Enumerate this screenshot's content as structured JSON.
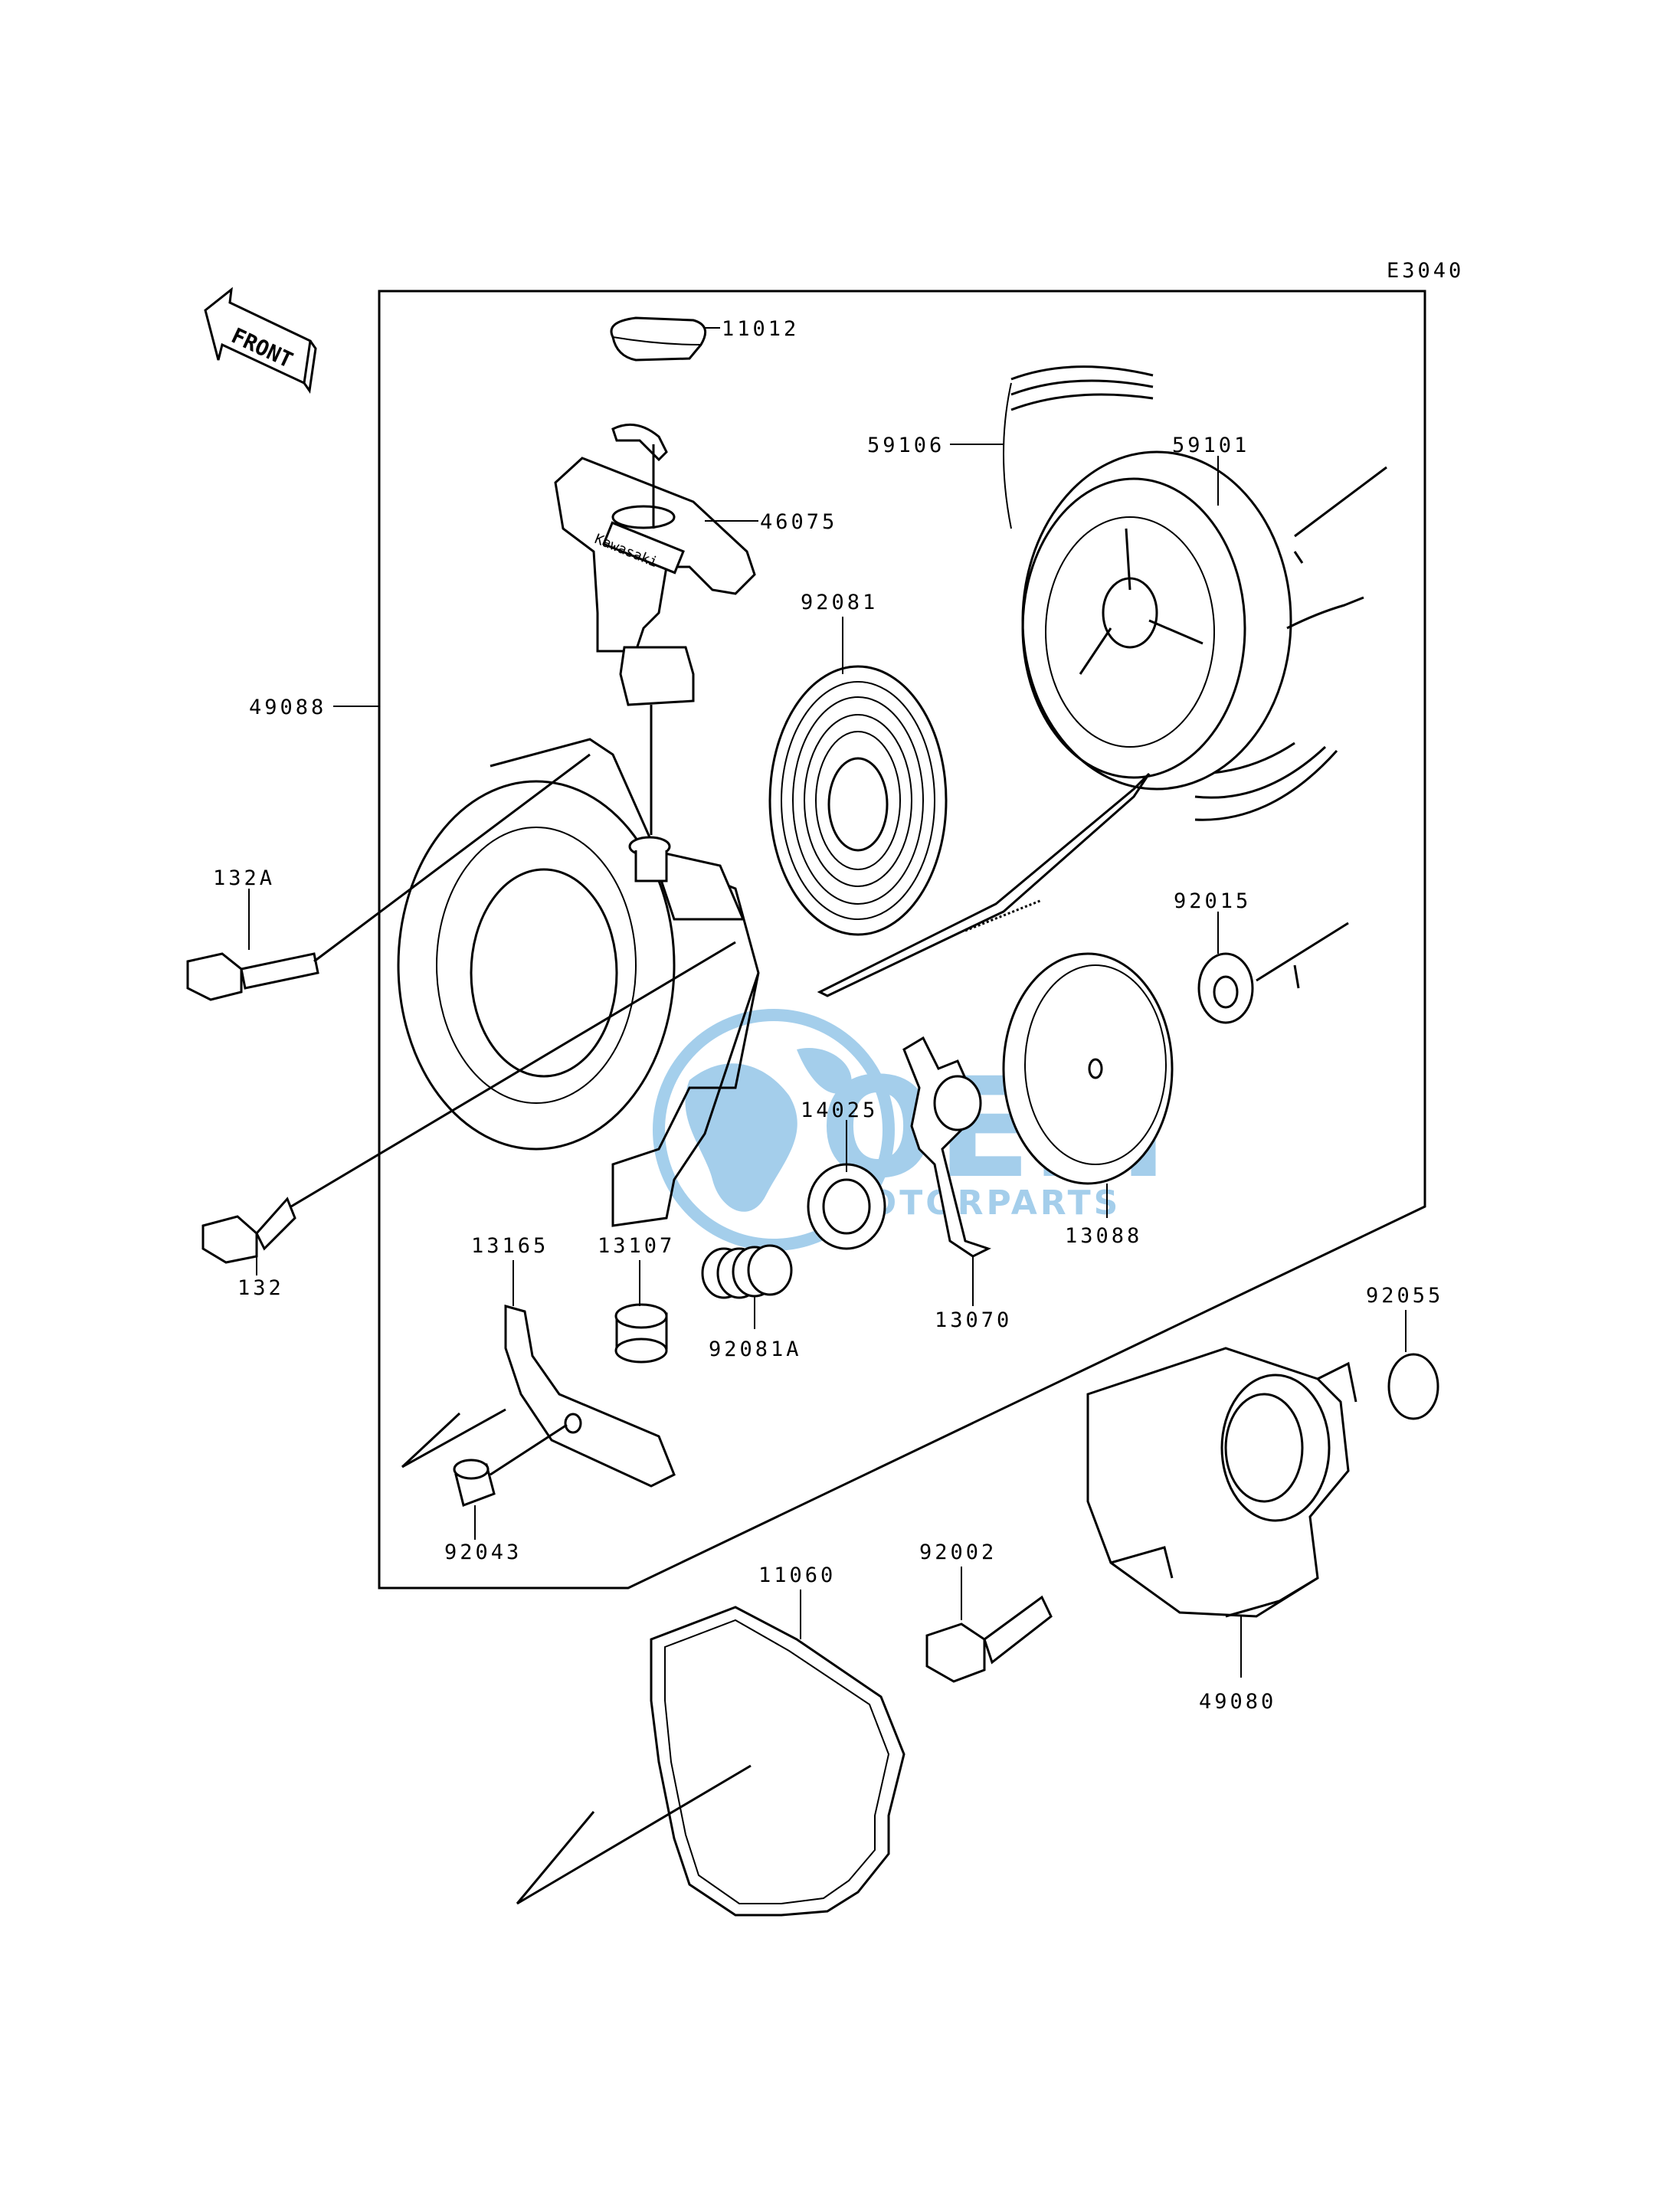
{
  "diagram_code": "E3040",
  "front_label": "FRONT",
  "handle_brand": "Kawasaki",
  "watermark": {
    "main": "OEM",
    "sub": "MOTORPARTS",
    "color": "#5aa7dc"
  },
  "parts": {
    "p11012": "11012",
    "p46075": "46075",
    "p59106": "59106",
    "p59101": "59101",
    "p92081": "92081",
    "p49088": "49088",
    "p132a": "132A",
    "p92015": "92015",
    "p14025": "14025",
    "p13088": "13088",
    "p132": "132",
    "p13165": "13165",
    "p13107": "13107",
    "p92081a": "92081A",
    "p13070": "13070",
    "p92055": "92055",
    "p92043": "92043",
    "p11060": "11060",
    "p92002": "92002",
    "p49080": "49080"
  }
}
